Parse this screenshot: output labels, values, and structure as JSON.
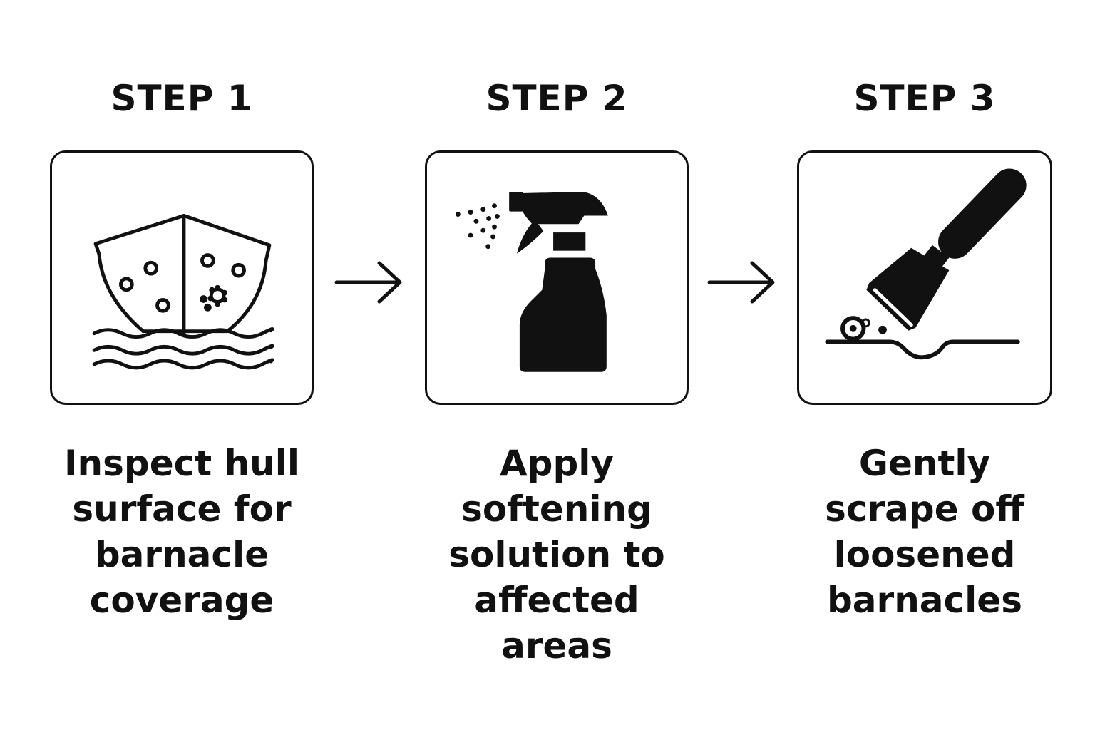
{
  "steps": [
    {
      "title": "STEP 1",
      "icon": "boat-hull-barnacles-icon",
      "caption_lines": [
        "Inspect hull",
        "surface for",
        "barnacle",
        "coverage"
      ]
    },
    {
      "title": "STEP 2",
      "icon": "spray-bottle-icon",
      "caption_lines": [
        "Apply",
        "softening",
        "solution to",
        "affected areas"
      ]
    },
    {
      "title": "STEP 3",
      "icon": "scraper-icon",
      "caption_lines": [
        "Gently",
        "scrape off",
        "loosened",
        "barnacles"
      ]
    }
  ],
  "arrows": [
    "arrow-right-icon",
    "arrow-right-icon"
  ],
  "colors": {
    "ink": "#111111",
    "background": "#ffffff"
  }
}
